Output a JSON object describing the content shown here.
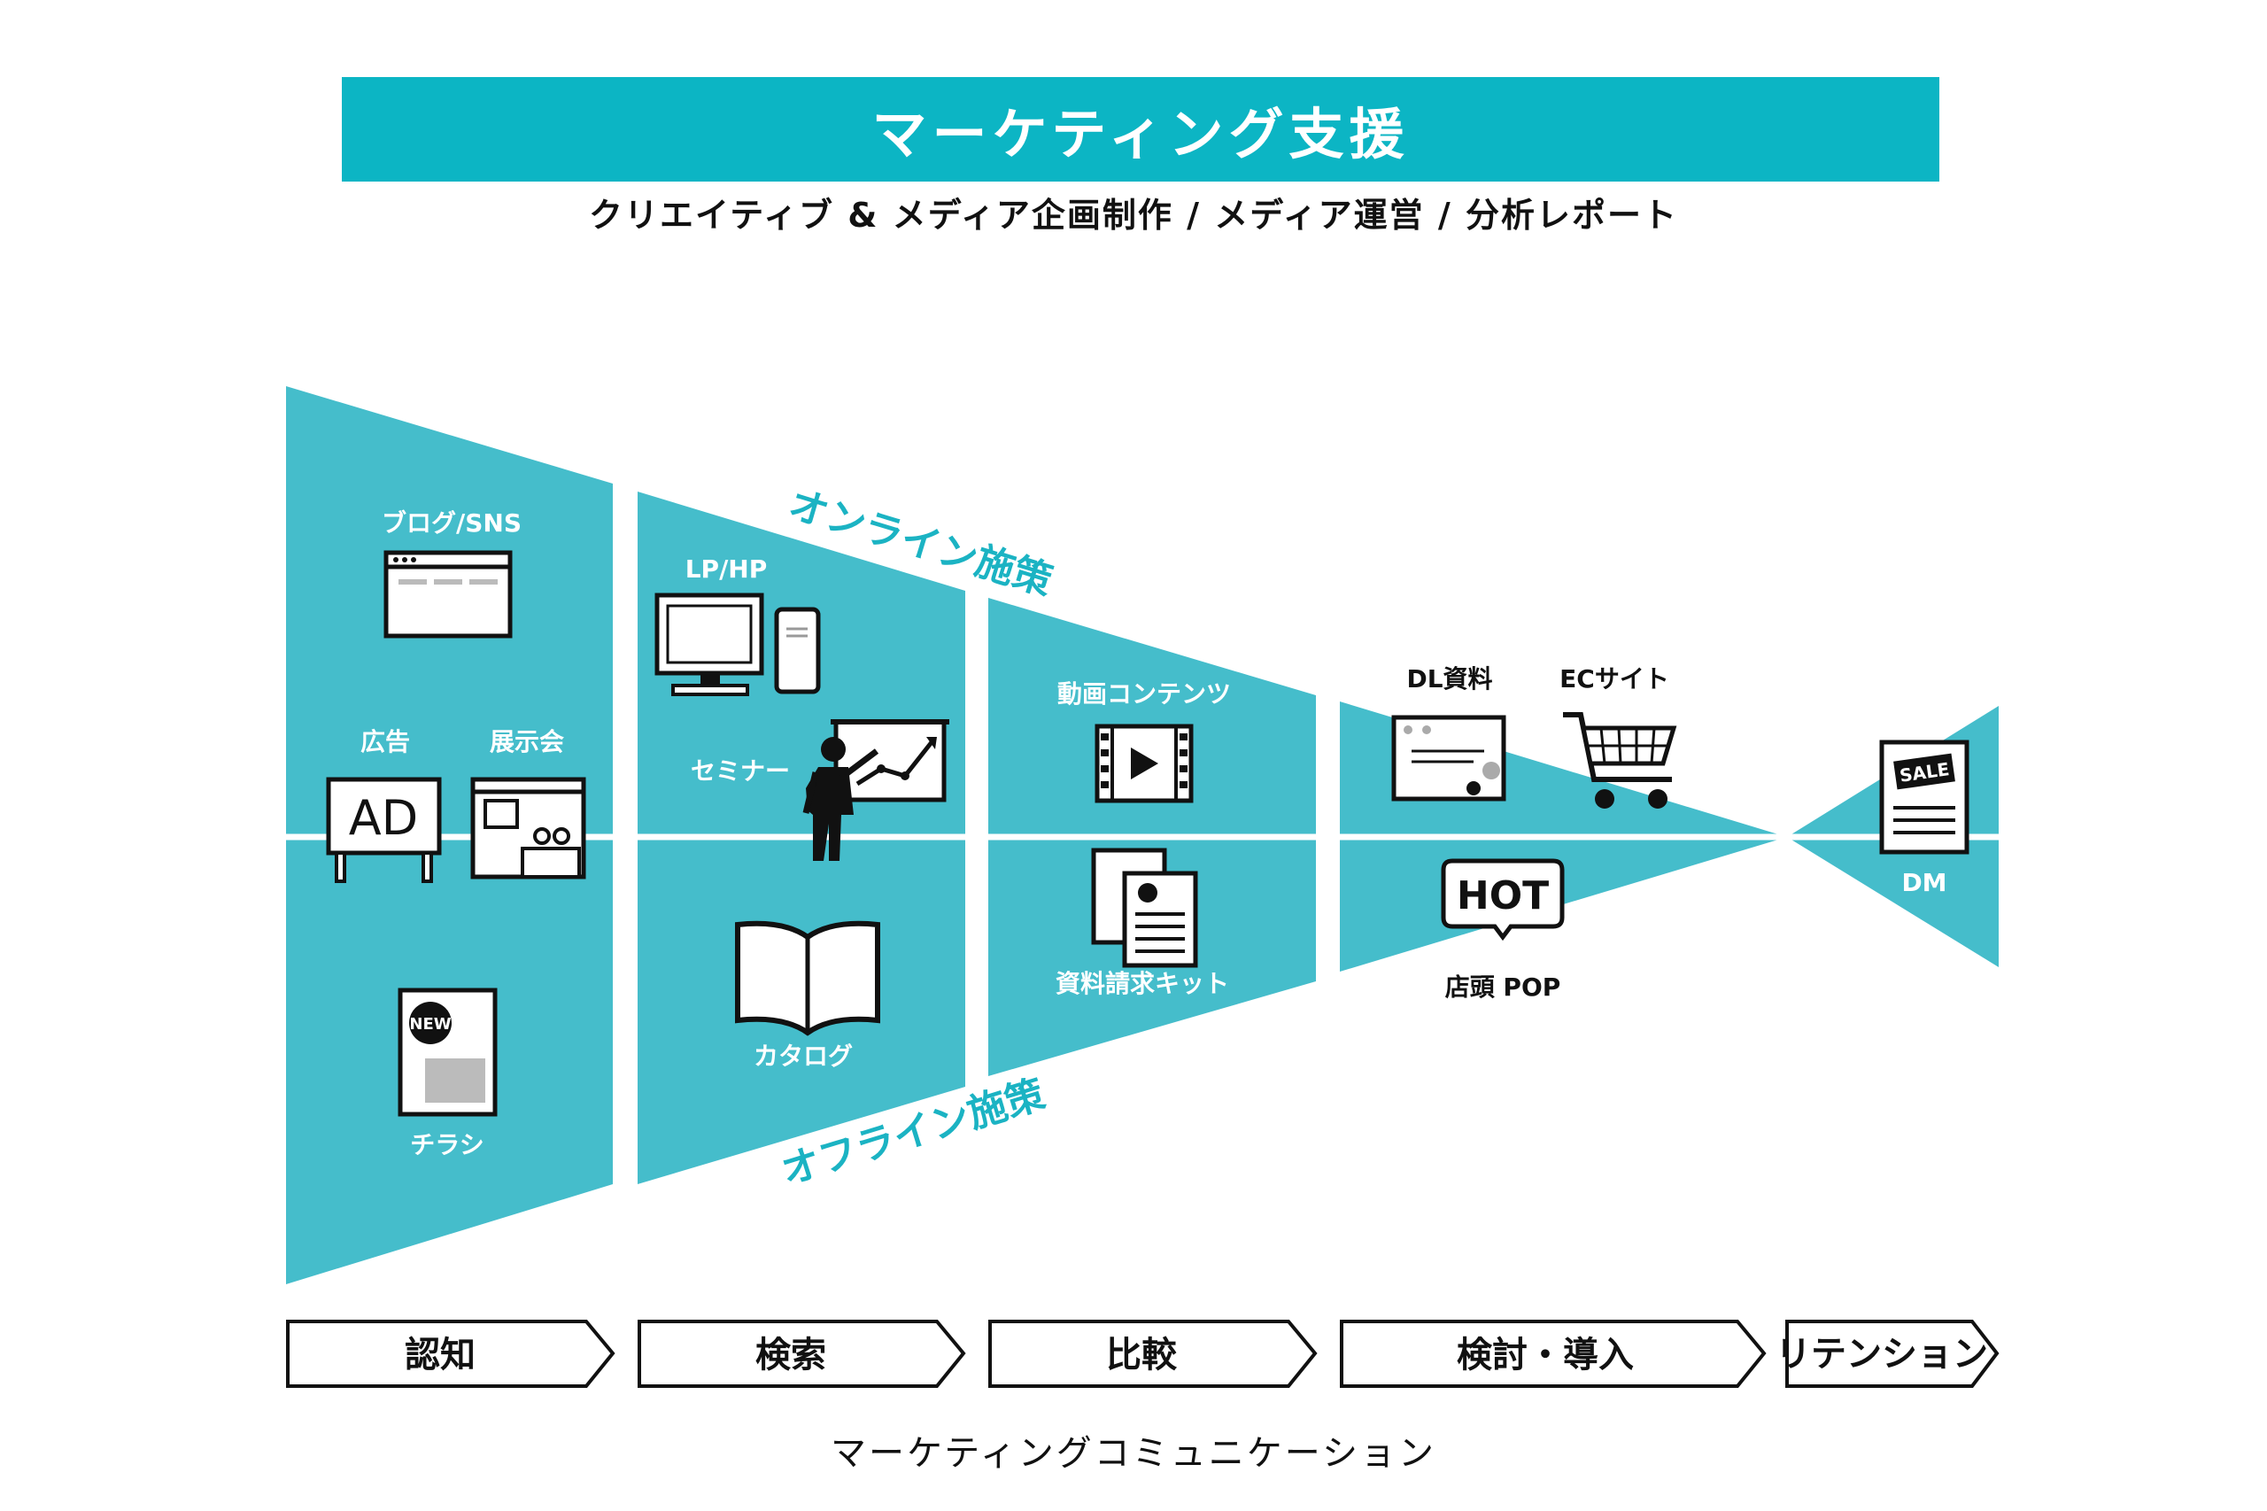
{
  "header": {
    "title": "マーケティング支援",
    "subtitle": "クリエイティブ & メディア企画制作 / メディア運営 / 分析レポート"
  },
  "labels": {
    "online": "オンライン施策",
    "offline": "オフライン施策"
  },
  "items": {
    "blog_sns": "ブログ/SNS",
    "ad": "広告",
    "exhibition": "展示会",
    "flyer": "チラシ",
    "lp_hp": "LP/HP",
    "seminar": "セミナー",
    "catalog": "カタログ",
    "video": "動画コンテンツ",
    "request_kit": "資料請求キット",
    "dl_material": "DL資料",
    "ec_site": "ECサイト",
    "store_pop": "店頭 POP",
    "dm": "DM"
  },
  "icon_text": {
    "ad_board": "AD",
    "new_badge": "NEW",
    "hot_sign": "HOT",
    "sale_tag": "SALE"
  },
  "stages": [
    "認知",
    "検索",
    "比較",
    "検討・導入",
    "リテンション"
  ],
  "footer": "マーケティングコミュニケーション",
  "colors": {
    "banner": "#0cb5c4",
    "funnel": "#45bdcb",
    "label_teal": "#1bb3c3"
  }
}
